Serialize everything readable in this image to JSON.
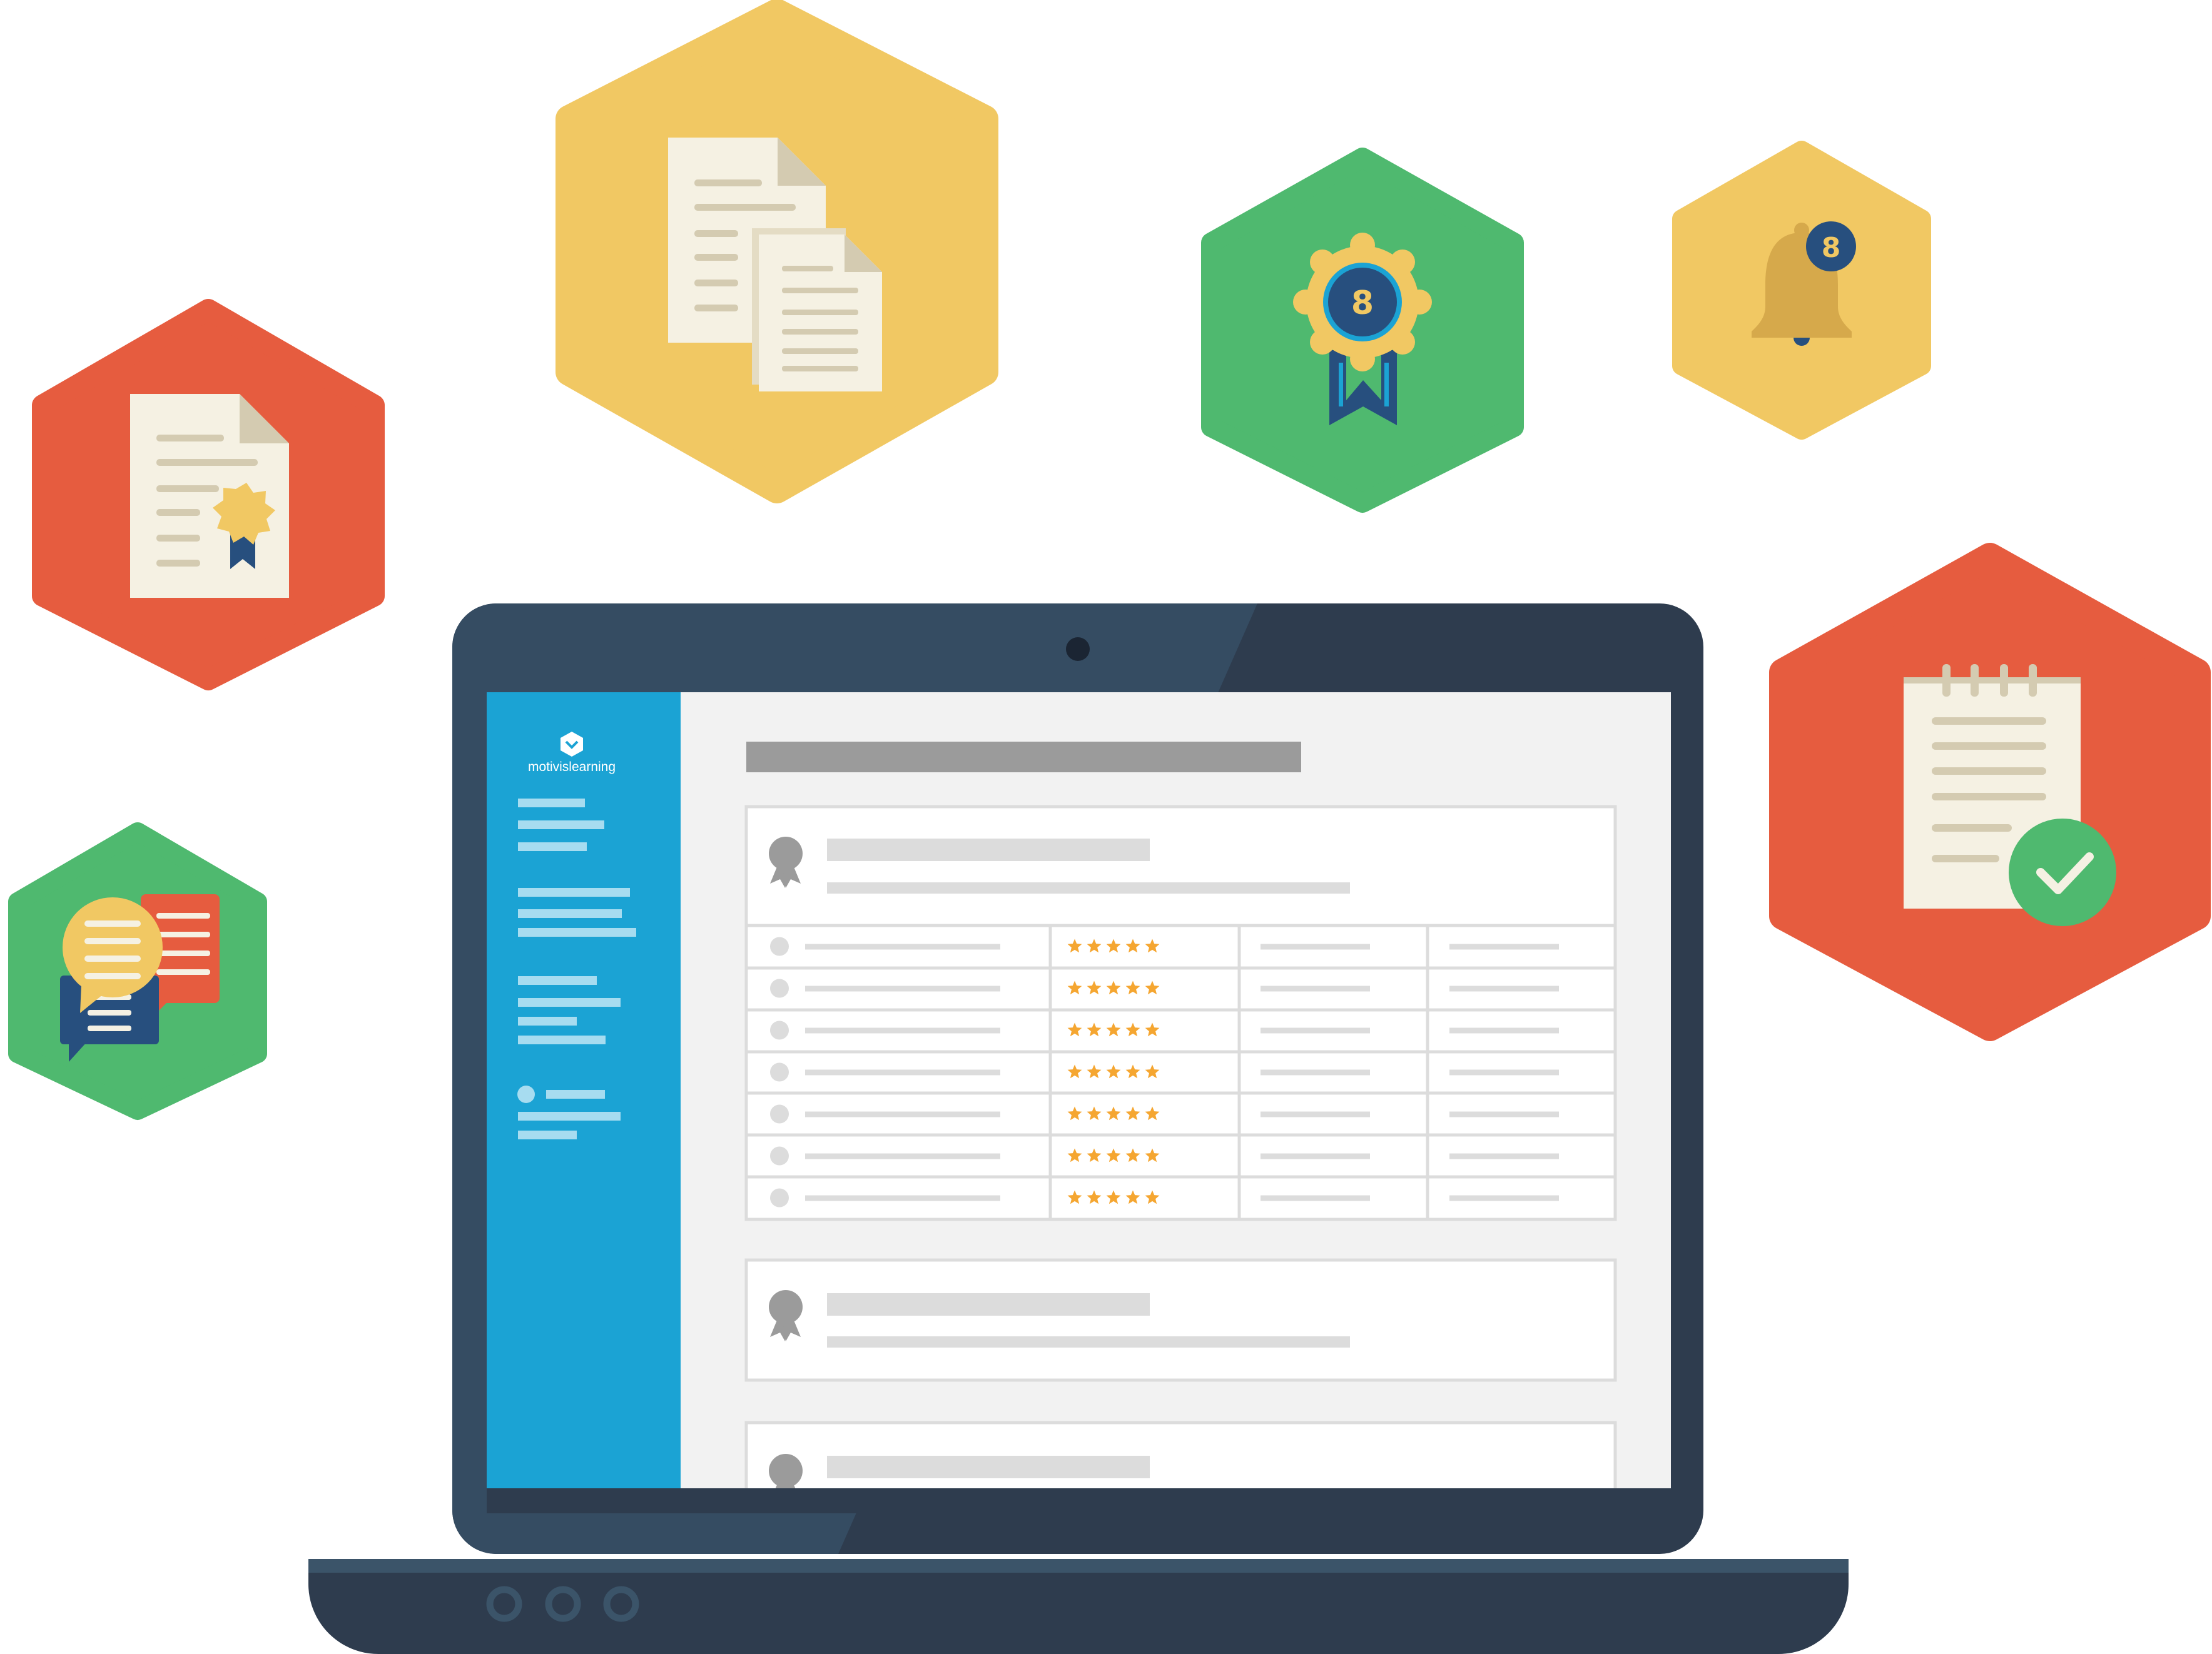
{
  "app": {
    "brand": "motivislearning"
  },
  "badges": {
    "award_number": "8",
    "bell_count": "8"
  },
  "icons": [
    "diploma-certificate-icon",
    "documents-icon",
    "rosette-badge-icon",
    "notification-bell-icon",
    "chat-bubbles-icon",
    "notepad-checkmark-icon",
    "award-ribbon-icon",
    "star-icon"
  ],
  "ratings": {
    "rows": [
      5,
      5,
      5,
      5,
      5,
      5,
      5
    ],
    "max": 5
  },
  "colors": {
    "hex_red": "#e65c3f",
    "hex_yellow": "#f1c863",
    "hex_green": "#4fb96f",
    "sidebar_blue": "#1ba3d4",
    "laptop_dark": "#2e3c4e",
    "star_orange": "#f5a631",
    "badge_navy": "#274f7e"
  }
}
